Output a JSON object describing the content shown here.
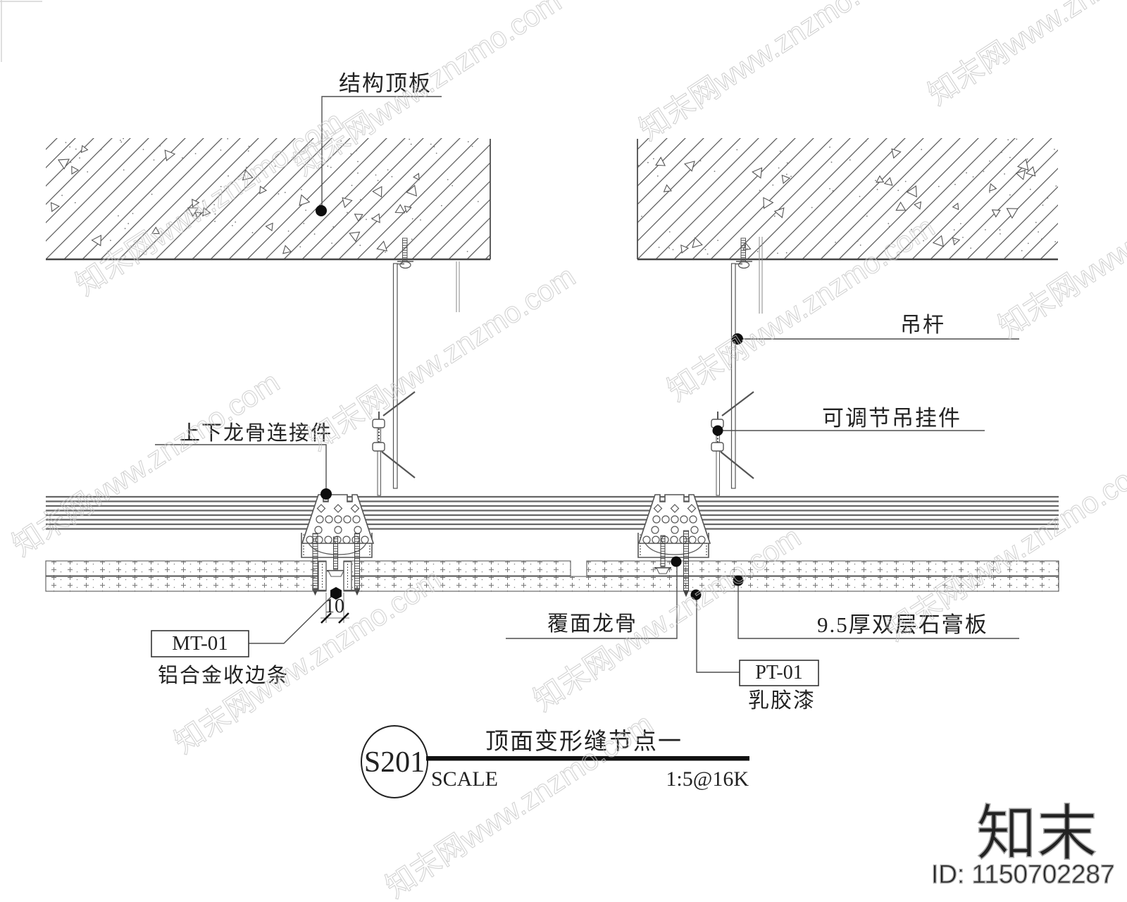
{
  "labels": {
    "structural_slab": "结构顶板",
    "hanger_rod": "吊杆",
    "adjustable_hanger": "可调节吊挂件",
    "keel_connector": "上下龙骨连接件",
    "covering_keel": "覆面龙骨",
    "gypsum_board": "9.5厚双层石膏板",
    "mt_code": "MT-01",
    "mt_desc": "铝合金收边条",
    "pt_code": "PT-01",
    "pt_desc": "乳胶漆",
    "gap_dim": "10"
  },
  "title_block": {
    "drawing_no": "S201",
    "title": "顶面变形缝节点一",
    "scale_label": "SCALE",
    "scale_value": "1:5@16K"
  },
  "watermark": {
    "tile": "知末网www.znzmo.com",
    "logo": "知末",
    "id_text": "ID: 1150702287"
  },
  "colors": {
    "line": "#555555",
    "thin": "#6a6a6a",
    "text": "#222222",
    "dot": "#0d0d0d",
    "watermark": "#c6c6c6"
  }
}
